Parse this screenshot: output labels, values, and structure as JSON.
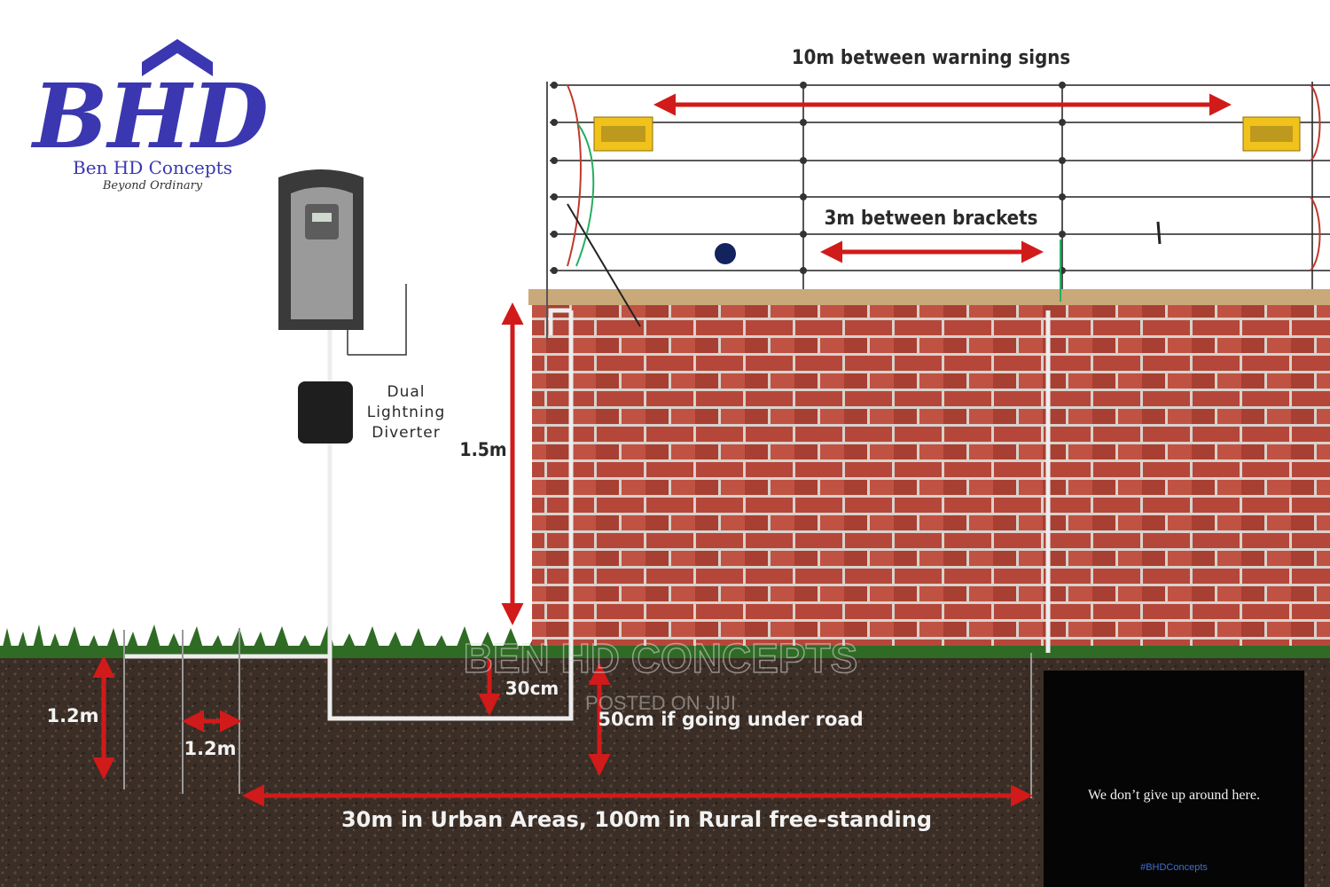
{
  "brand": {
    "logo_letters": "BHD",
    "name": "Ben HD Concepts",
    "tagline": "Beyond Ordinary"
  },
  "labels": {
    "warning_signs": "10m between warning signs",
    "brackets": "3m between brackets",
    "wall_height": "1.5m",
    "diverter": [
      "Dual",
      "Lightning",
      "Diverter"
    ],
    "earth_depth": "1.2m",
    "earth_spacing": "1.2m",
    "trench_depth": "30cm",
    "road_depth": "50cm if going under road",
    "ground_distance": "30m in Urban Areas, 100m in Rural free-standing"
  },
  "watermark": {
    "main": "BEN HD CONCEPTS",
    "sub": "POSTED ON JIJI"
  },
  "overlay": {
    "message": "We don’t give up around here.",
    "hashtag": "#BHDConcepts"
  },
  "colors": {
    "brand": "#3a37b0",
    "arrow": "#d11a1a",
    "brick": "#b5473a",
    "soil": "#3b2e26",
    "grass": "#2f6b24"
  }
}
